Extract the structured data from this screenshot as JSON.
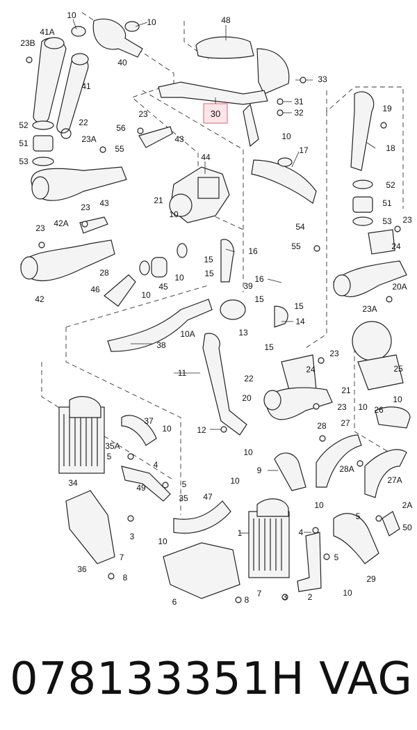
{
  "footer": {
    "part_number": "078133351H",
    "brand": "VAG"
  },
  "highlight": {
    "label": "30",
    "color": "#e07a8a"
  },
  "callouts": [
    {
      "id": "c1",
      "text": "10"
    },
    {
      "id": "c2",
      "text": "10"
    },
    {
      "id": "c3",
      "text": "41A"
    },
    {
      "id": "c4",
      "text": "23B"
    },
    {
      "id": "c5",
      "text": "40"
    },
    {
      "id": "c6",
      "text": "41"
    },
    {
      "id": "c7",
      "text": "48"
    },
    {
      "id": "c8",
      "text": "33"
    },
    {
      "id": "c9",
      "text": "31"
    },
    {
      "id": "c10",
      "text": "32"
    },
    {
      "id": "c11",
      "text": "52"
    },
    {
      "id": "c12",
      "text": "22"
    },
    {
      "id": "c13",
      "text": "56"
    },
    {
      "id": "c14",
      "text": "23"
    },
    {
      "id": "c15",
      "text": "51"
    },
    {
      "id": "c16",
      "text": "23A"
    },
    {
      "id": "c17",
      "text": "55"
    },
    {
      "id": "c18",
      "text": "43"
    },
    {
      "id": "c19",
      "text": "53"
    },
    {
      "id": "c20",
      "text": "19"
    },
    {
      "id": "c21",
      "text": "18"
    },
    {
      "id": "c22",
      "text": "10"
    },
    {
      "id": "c23",
      "text": "17"
    },
    {
      "id": "c24",
      "text": "44"
    },
    {
      "id": "c25",
      "text": "42A"
    },
    {
      "id": "c26",
      "text": "23"
    },
    {
      "id": "c27",
      "text": "43"
    },
    {
      "id": "c28",
      "text": "21"
    },
    {
      "id": "c29",
      "text": "10"
    },
    {
      "id": "c30",
      "text": "52"
    },
    {
      "id": "c31",
      "text": "51"
    },
    {
      "id": "c32",
      "text": "54"
    },
    {
      "id": "c33",
      "text": "53"
    },
    {
      "id": "c34",
      "text": "23"
    },
    {
      "id": "c35",
      "text": "23"
    },
    {
      "id": "c36",
      "text": "16"
    },
    {
      "id": "c37",
      "text": "55"
    },
    {
      "id": "c38",
      "text": "24"
    },
    {
      "id": "c39",
      "text": "15"
    },
    {
      "id": "c40",
      "text": "42"
    },
    {
      "id": "c41",
      "text": "28"
    },
    {
      "id": "c42",
      "text": "15"
    },
    {
      "id": "c43",
      "text": "45"
    },
    {
      "id": "c44",
      "text": "10"
    },
    {
      "id": "c45",
      "text": "39"
    },
    {
      "id": "c46",
      "text": "16"
    },
    {
      "id": "c47",
      "text": "46"
    },
    {
      "id": "c48",
      "text": "10"
    },
    {
      "id": "c49",
      "text": "15"
    },
    {
      "id": "c50",
      "text": "15"
    },
    {
      "id": "c51",
      "text": "20A"
    },
    {
      "id": "c52",
      "text": "23A"
    },
    {
      "id": "c53",
      "text": "10A"
    },
    {
      "id": "c54",
      "text": "13"
    },
    {
      "id": "c55",
      "text": "14"
    },
    {
      "id": "c56",
      "text": "38"
    },
    {
      "id": "c57",
      "text": "15"
    },
    {
      "id": "c58",
      "text": "11"
    },
    {
      "id": "c59",
      "text": "23"
    },
    {
      "id": "c60",
      "text": "24"
    },
    {
      "id": "c61",
      "text": "25"
    },
    {
      "id": "c62",
      "text": "22"
    },
    {
      "id": "c63",
      "text": "21"
    },
    {
      "id": "c64",
      "text": "20"
    },
    {
      "id": "c65",
      "text": "23"
    },
    {
      "id": "c66",
      "text": "10"
    },
    {
      "id": "c67",
      "text": "10"
    },
    {
      "id": "c68",
      "text": "26"
    },
    {
      "id": "c69",
      "text": "37"
    },
    {
      "id": "c70",
      "text": "12"
    },
    {
      "id": "c71",
      "text": "28"
    },
    {
      "id": "c72",
      "text": "27"
    },
    {
      "id": "c73",
      "text": "10"
    },
    {
      "id": "c74",
      "text": "35A"
    },
    {
      "id": "c75",
      "text": "5"
    },
    {
      "id": "c76",
      "text": "4"
    },
    {
      "id": "c77",
      "text": "10"
    },
    {
      "id": "c78",
      "text": "9"
    },
    {
      "id": "c79",
      "text": "28A"
    },
    {
      "id": "c80",
      "text": "27A"
    },
    {
      "id": "c81",
      "text": "34"
    },
    {
      "id": "c82",
      "text": "49"
    },
    {
      "id": "c83",
      "text": "5"
    },
    {
      "id": "c84",
      "text": "35"
    },
    {
      "id": "c85",
      "text": "10"
    },
    {
      "id": "c86",
      "text": "47"
    },
    {
      "id": "c87",
      "text": "10"
    },
    {
      "id": "c88",
      "text": "2A"
    },
    {
      "id": "c89",
      "text": "5"
    },
    {
      "id": "c90",
      "text": "50"
    },
    {
      "id": "c91",
      "text": "3"
    },
    {
      "id": "c92",
      "text": "1"
    },
    {
      "id": "c93",
      "text": "4"
    },
    {
      "id": "c94",
      "text": "10"
    },
    {
      "id": "c95",
      "text": "7"
    },
    {
      "id": "c96",
      "text": "5"
    },
    {
      "id": "c97",
      "text": "36"
    },
    {
      "id": "c98",
      "text": "8"
    },
    {
      "id": "c99",
      "text": "29"
    },
    {
      "id": "c100",
      "text": "10"
    },
    {
      "id": "c101",
      "text": "6"
    },
    {
      "id": "c102",
      "text": "7"
    },
    {
      "id": "c103",
      "text": "2"
    },
    {
      "id": "c104",
      "text": "8"
    },
    {
      "id": "c105",
      "text": "3"
    }
  ]
}
